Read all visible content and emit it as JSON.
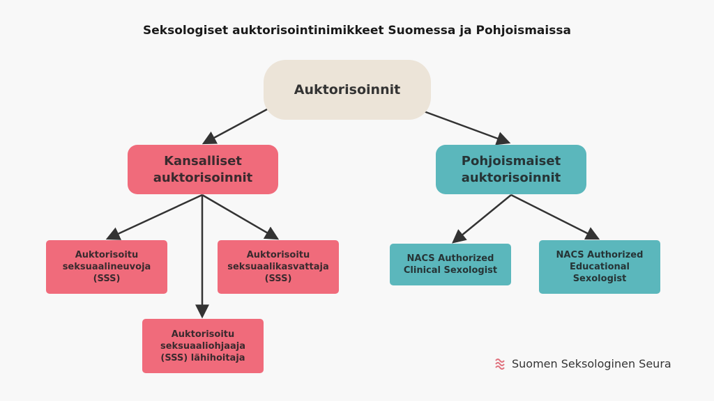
{
  "title": "Seksologiset auktorisointinimikkeet Suomessa  ja Pohjoismaissa",
  "root": "Auktorisoinnit",
  "national": {
    "label": "Kansalliset\nauktorisoinnit",
    "children": [
      "Auktorisoitu\nseksuaalineuvoja\n(SSS)",
      "Auktorisoitu\nseksuaalikasvattaja\n(SSS)",
      "Auktorisoitu\nseksuaaliohjaaja\n(SSS) lähihoitaja"
    ]
  },
  "nordic": {
    "label": "Pohjoismaiset\nauktorisoinnit",
    "children": [
      "NACS Authorized\nClinical Sexologist",
      "NACS Authorized\nEducational\nSexologist"
    ]
  },
  "logo": "Suomen Seksologinen Seura",
  "colors": {
    "pink": "#f06b7b",
    "teal": "#5bb7bc",
    "beige": "#ece4d8"
  }
}
